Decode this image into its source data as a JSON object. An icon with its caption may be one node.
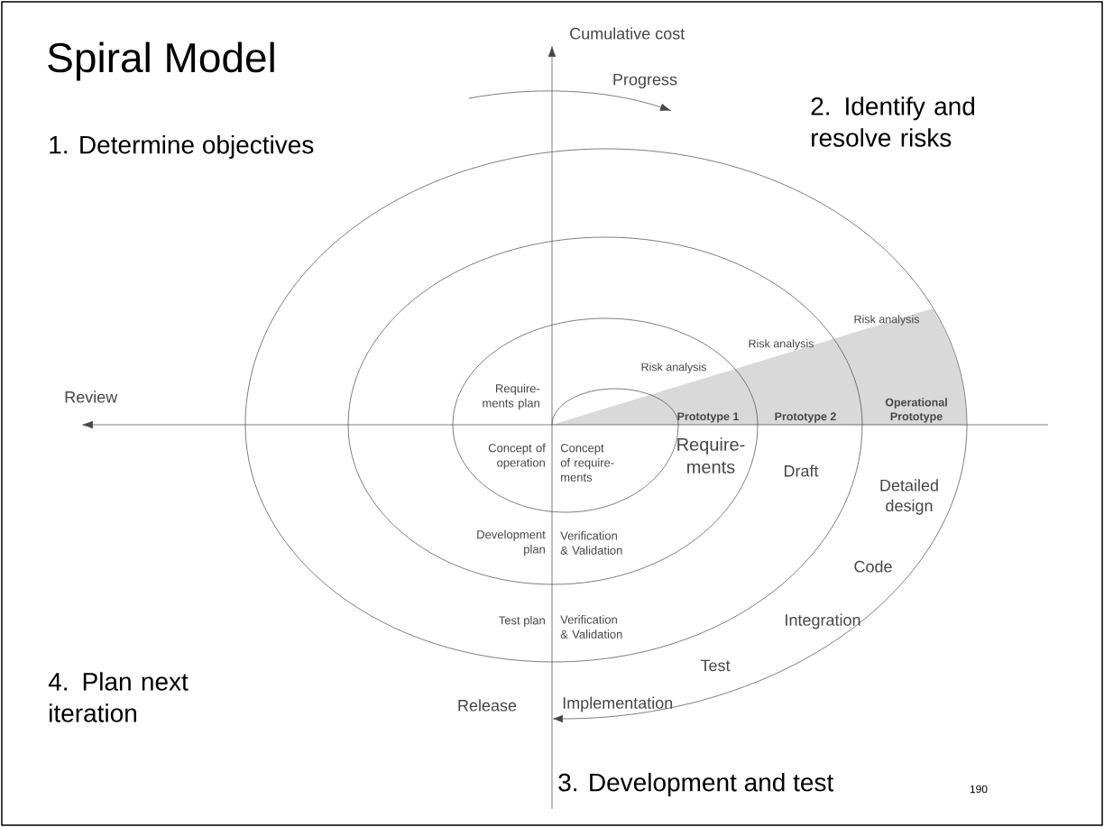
{
  "diagram": {
    "title": "Spiral Model",
    "labels": [
      "Cumulative cost",
      "Progress",
      "2. Identify and resolve risks",
      "1. Determine objectives",
      "Risk analysis",
      "Risk analysis",
      "Review",
      "Require- ments plan",
      "Risk analysis",
      "Prototype 1",
      "Prototype 2",
      "Operational Prototype",
      "Concept of operation",
      "Concept of require- ments",
      "Require- ments",
      "Draft",
      "Detailed design",
      "Development plan",
      "Verification & Validation",
      "Code",
      "Test plan",
      "Verification & Validation",
      "Integration",
      "Test",
      "4. Plan next iteration",
      "Release",
      "Implementation",
      "3. Development and test",
      "190"
    ]
  }
}
